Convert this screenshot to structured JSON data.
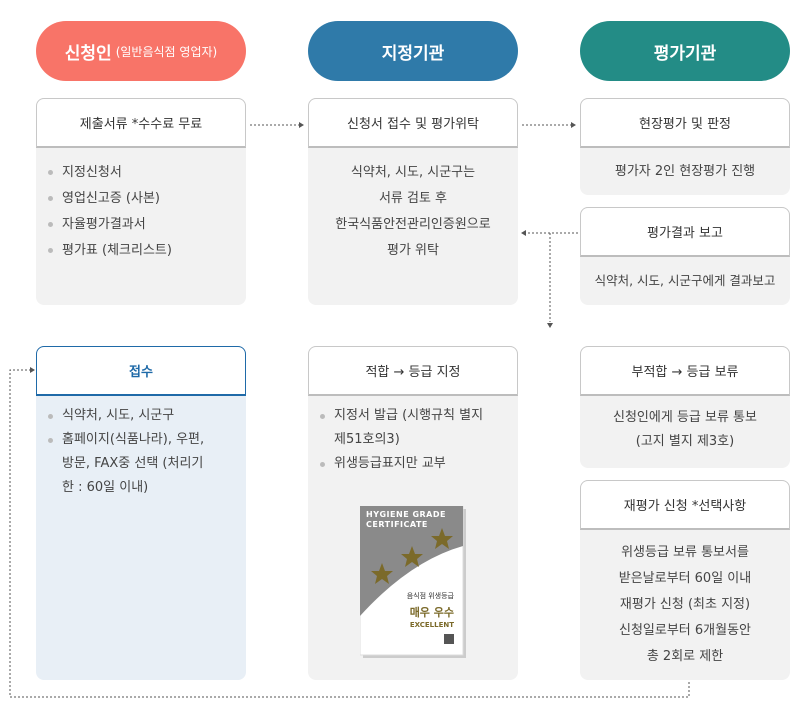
{
  "colors": {
    "applicant": "#f87468",
    "designator": "#2f7aa9",
    "evaluator": "#238c86",
    "reception": "#1f6aa8"
  },
  "pills": {
    "applicant": "신청인",
    "applicant_sub": "(일반음식점 영업자)",
    "designator": "지정기관",
    "evaluator": "평가기관"
  },
  "submit": {
    "title": "제출서류 *수수료 무료",
    "items": [
      "지정신청서",
      "영업신고증 (사본)",
      "자율평가결과서",
      "평가표 (체크리스트)"
    ]
  },
  "receive": {
    "title": "신청서 접수 및 평가위탁",
    "lines": [
      "식약처, 시도, 시군구는",
      "서류 검토 후",
      "한국식품안전관리인증원으로",
      "평가 위탁"
    ]
  },
  "onsite": {
    "title": "현장평가 및 판정",
    "text": "평가자 2인 현장평가 진행"
  },
  "report": {
    "title": "평가결과 보고",
    "text": "식약처, 시도, 시군구에게 결과보고"
  },
  "reception": {
    "title": "접수",
    "items": [
      "식약처, 시도, 시군구",
      "홈페이지(식품나라), 우편, 방문, FAX중 선택 (처리기한 : 60일 이내)"
    ]
  },
  "pass": {
    "title": "적합 → 등급 지정",
    "items": [
      "지정서 발급 (시행규칙 별지 제51호의3)",
      "위생등급표지만 교부"
    ]
  },
  "certificate": {
    "header": "HYGIENE GRADE CERTIFICATE",
    "type": "음식점 위생등급",
    "grade": "매우 우수",
    "grade_en": "EXCELLENT"
  },
  "fail": {
    "title": "부적합 → 등급 보류",
    "lines": [
      "신청인에게 등급 보류 통보",
      "(고지 별지 제3호)"
    ]
  },
  "reeval": {
    "title": "재평가 신청 *선택사항",
    "lines": [
      "위생등급 보류 통보서를",
      "받은날로부터 60일 이내",
      "재평가 신청 (최초 지정)",
      "신청일로부터 6개월동안",
      "총 2회로 제한"
    ]
  }
}
